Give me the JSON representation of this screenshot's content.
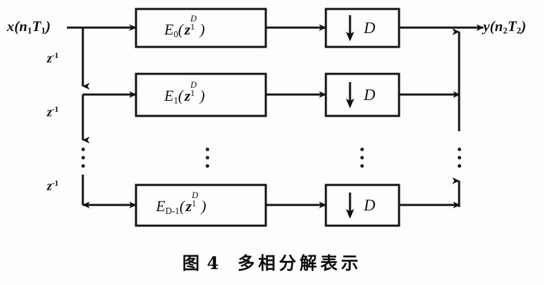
{
  "figure": {
    "caption_number": "图 4",
    "caption_text": "多相分解表示",
    "background_color": "#fdfdfb",
    "line_color": "#111111"
  },
  "signals": {
    "input_label": "x(n",
    "input_sub1": "1",
    "input_mid": "T",
    "input_sub2": "1",
    "input_close": ")",
    "input_full": "x(n1T1)",
    "output_label": "y(n",
    "output_sub1": "2",
    "output_mid": "T",
    "output_sub2": "2",
    "output_close": ")",
    "output_full": "y(n2T2)"
  },
  "delays": [
    {
      "label": "z",
      "exponent": "-1"
    },
    {
      "label": "z",
      "exponent": "-1"
    },
    {
      "label": "z",
      "exponent": "-1"
    }
  ],
  "branches": [
    {
      "filter_name": "E",
      "filter_index": "0",
      "filter_arg_base": "z",
      "filter_arg_sub": "1",
      "filter_arg_sup": "D",
      "filter_full": "E0( z1^D )",
      "decimator_factor": "D",
      "decimator_arrow": "down-arrow-icon"
    },
    {
      "filter_name": "E",
      "filter_index": "1",
      "filter_arg_base": "z",
      "filter_arg_sub": "1",
      "filter_arg_sup": "D",
      "filter_full": "E1( z1^D )",
      "decimator_factor": "D",
      "decimator_arrow": "down-arrow-icon"
    },
    {
      "filter_name": "E",
      "filter_index": "D-1",
      "filter_arg_base": "z",
      "filter_arg_sub": "1",
      "filter_arg_sup": "D",
      "filter_full": "ED-1( z1^D )",
      "decimator_factor": "D",
      "decimator_arrow": "down-arrow-icon"
    }
  ],
  "ellipsis": {
    "glyph": "vertical-ellipsis",
    "count": 4
  }
}
